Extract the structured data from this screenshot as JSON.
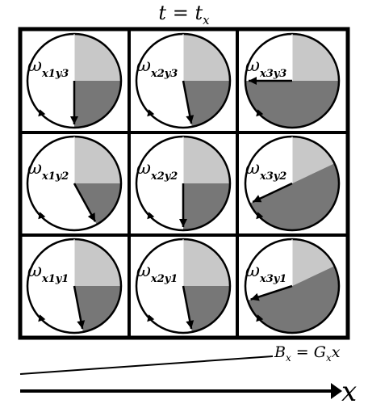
{
  "title": {
    "var": "t",
    "eq": " = ",
    "val": "t",
    "sub": "x"
  },
  "cells": [
    {
      "id": "x1y3",
      "sub": "x1y3",
      "col": 1,
      "row": 3,
      "light_fraction": 0.25,
      "dark_fraction": 0.25
    },
    {
      "id": "x2y3",
      "sub": "x2y3",
      "col": 2,
      "row": 3,
      "light_fraction": 0.25,
      "dark_fraction": 0.22
    },
    {
      "id": "x3y3",
      "sub": "x3y3",
      "col": 3,
      "row": 3,
      "light_fraction": 0.25,
      "dark_fraction": 0.5
    },
    {
      "id": "x1y2",
      "sub": "x1y2",
      "col": 1,
      "row": 2,
      "light_fraction": 0.25,
      "dark_fraction": 0.17
    },
    {
      "id": "x2y2",
      "sub": "x2y2",
      "col": 2,
      "row": 2,
      "light_fraction": 0.25,
      "dark_fraction": 0.25
    },
    {
      "id": "x3y2",
      "sub": "x3y2",
      "col": 3,
      "row": 2,
      "light_fraction": 0.18,
      "dark_fraction": 0.5
    },
    {
      "id": "x1y1",
      "sub": "x1y1",
      "col": 1,
      "row": 1,
      "light_fraction": 0.25,
      "dark_fraction": 0.22
    },
    {
      "id": "x2y1",
      "sub": "x2y1",
      "col": 2,
      "row": 1,
      "light_fraction": 0.25,
      "dark_fraction": 0.22
    },
    {
      "id": "x3y1",
      "sub": "x3y1",
      "col": 3,
      "row": 1,
      "light_fraction": 0.18,
      "dark_fraction": 0.52
    }
  ],
  "gradient_label": {
    "B": "B",
    "Bsub": "x",
    "eq": " = ",
    "G": "G",
    "Gsub": "x",
    "x": "x"
  },
  "axis_label": "x",
  "colors": {
    "light": "#c8c8c8",
    "dark": "#777777",
    "line": "#000000"
  }
}
